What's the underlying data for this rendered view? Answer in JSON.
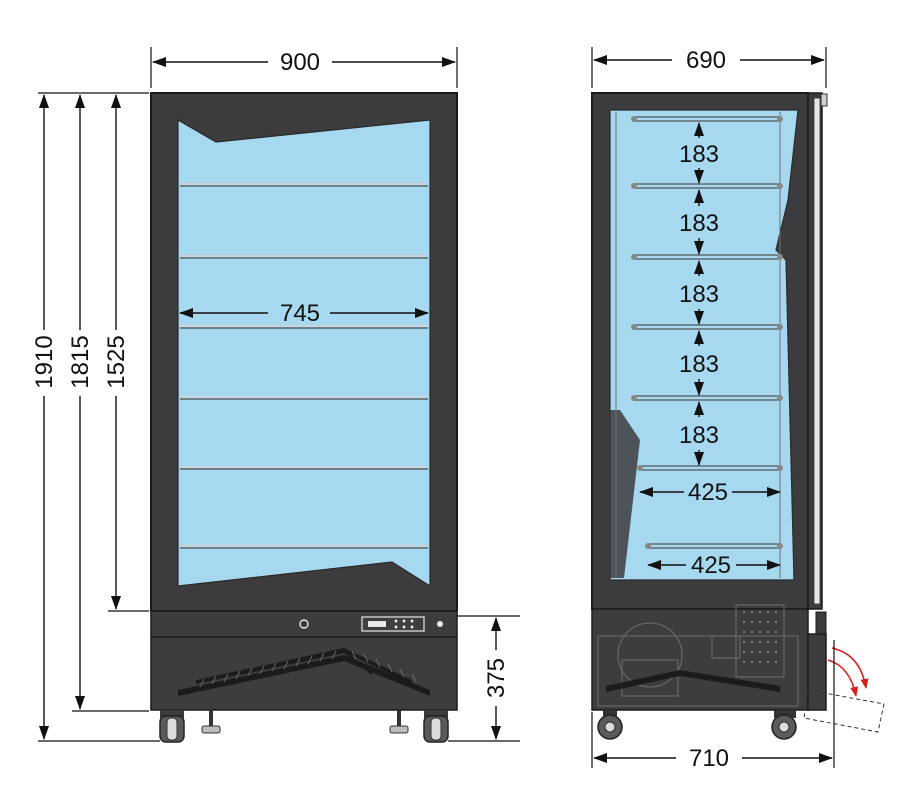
{
  "front_view": {
    "width_label": "900",
    "inner_width_label": "745",
    "height_total_label": "1910",
    "height_to_top_label": "1815",
    "height_glass_label": "1525",
    "base_height_label": "375"
  },
  "side_view": {
    "depth_label": "690",
    "depth_with_handle_label": "710",
    "shelf_spacing_labels": [
      "183",
      "183",
      "183",
      "183",
      "183"
    ],
    "shelf_depth_labels": [
      "425",
      "425"
    ]
  },
  "colors": {
    "frame": "#3c3c3e",
    "glass": "#a6d9f0",
    "door_swing_arrow": "#d81e1e"
  }
}
